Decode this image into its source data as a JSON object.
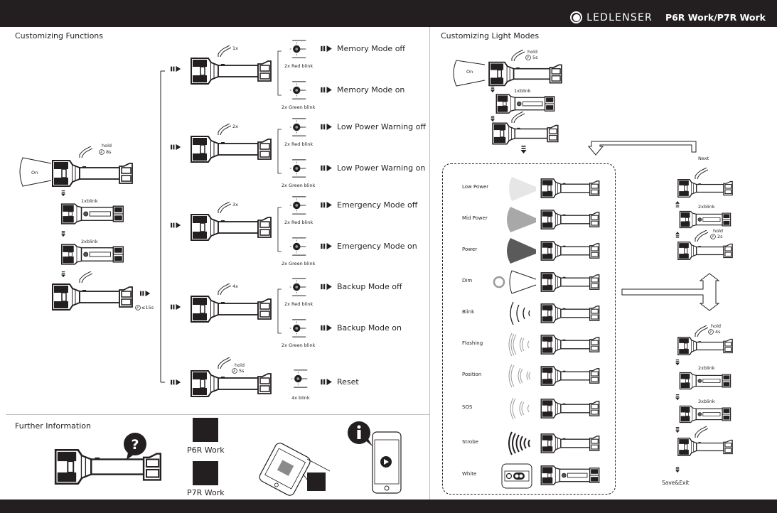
{
  "header": {
    "brand_name": "LEDLENSER",
    "product": "P6R Work/P7R Work"
  },
  "customizing_functions": {
    "title": "Customizing Functions",
    "entry": {
      "beam_label": "On",
      "hold_label": "hold",
      "hold_time": "8s",
      "step1_blink": "1xblink",
      "step2_blink": "2xblink",
      "timeout": "≤15s"
    },
    "branches": [
      {
        "press": "1x",
        "options": [
          {
            "blink": "2x Red blink",
            "result": "Memory Mode off"
          },
          {
            "blink": "2x Green blink",
            "result": "Memory Mode on"
          }
        ]
      },
      {
        "press": "2x",
        "options": [
          {
            "blink": "2x Red blink",
            "result": "Low Power Warning off"
          },
          {
            "blink": "2x Green blink",
            "result": "Low Power Warning on"
          }
        ]
      },
      {
        "press": "3x",
        "options": [
          {
            "blink": "2x Red blink",
            "result": "Emergency Mode off"
          },
          {
            "blink": "2x Green blink",
            "result": "Emergency Mode on"
          }
        ]
      },
      {
        "press": "4x",
        "options": [
          {
            "blink": "2x Red blink",
            "result": "Backup Mode off"
          },
          {
            "blink": "2x Green blink",
            "result": "Backup Mode on"
          }
        ]
      }
    ],
    "reset": {
      "hold_label": "hold",
      "hold_time": "5s",
      "blink": "4x blink",
      "result": "Reset"
    }
  },
  "customizing_light_modes": {
    "title": "Customizing Light Modes",
    "entry": {
      "beam_label": "On",
      "hold_label": "hold",
      "hold_time": "5s",
      "blink": "1xblink"
    },
    "modes": [
      "Low Power",
      "Mid Power",
      "Power",
      "Dim",
      "Blink",
      "Flashing",
      "Position",
      "SOS",
      "Strobe",
      "White"
    ],
    "next_sequence": {
      "label": "Next",
      "blink": "2xblink",
      "hold_label": "hold",
      "hold_time": "2s"
    },
    "exit_sequence": {
      "hold_label": "hold",
      "hold_time": "4s",
      "blink1": "2xblink",
      "blink2": "3xblink",
      "label": "Save&Exit"
    }
  },
  "further_information": {
    "title": "Further Information",
    "qr_codes": [
      {
        "label": "P6R Work"
      },
      {
        "label": "P7R Work"
      }
    ]
  },
  "colors": {
    "bar": "#231f20",
    "ink": "#231f20",
    "divider": "#bdbdbd"
  }
}
